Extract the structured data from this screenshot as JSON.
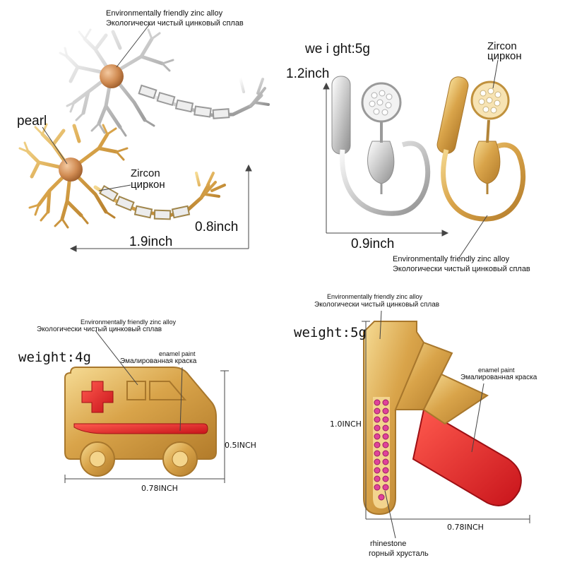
{
  "panels": {
    "neuron": {
      "material_en": "Environmentally friendly zinc alloy",
      "material_ru": "Экологически чистый цинковый сплав",
      "pearl": "pearl",
      "zircon_en": "Zircon",
      "zircon_ru": "циркон",
      "height": "0.8inch",
      "width": "1.9inch"
    },
    "stethoscope": {
      "weight": "we i ght:5g",
      "height": "1.2inch",
      "zircon_en": "Zircon",
      "zircon_ru": "циркон",
      "width": "0.9inch",
      "material_en": "Environmentally friendly zinc alloy",
      "material_ru": "Экологически чистый цинковый сплав"
    },
    "ambulance": {
      "material_en": "Environmentally friendly zinc alloy",
      "material_ru": "Экологически чистый цинковый сплав",
      "weight": "weight:4g",
      "enamel_en": "enamel paint",
      "enamel_ru": "Эмалированная краска",
      "height": "0.5INCH",
      "width": "0.78INCH"
    },
    "test_tube": {
      "material_en": "Environmentally friendly zinc alloy",
      "material_ru": "Экологически чистый цинковый сплав",
      "weight": "weight:5g",
      "enamel_en": "enamel paint",
      "enamel_ru": "Эмалированная краска",
      "height": "1.0INCH",
      "width": "0.78INCH",
      "rhinestone_en": "rhinestone",
      "rhinestone_ru": "горный хрусталь"
    }
  },
  "colors": {
    "gold": "#e2b35a",
    "silver": "#c9c9c9",
    "enamel_red": "#e8262b",
    "rhinestone_pink": "#e0439a",
    "pearl": "#d9945a"
  }
}
